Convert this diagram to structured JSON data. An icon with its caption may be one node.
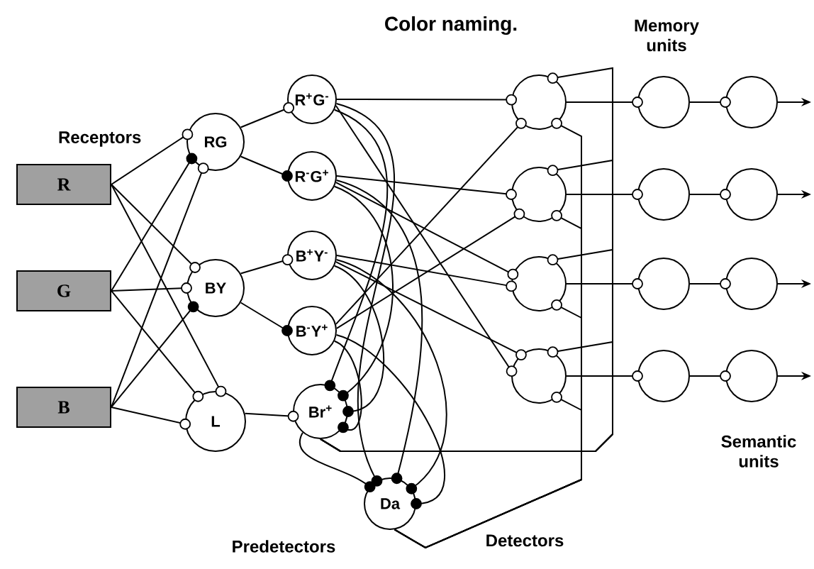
{
  "diagram": {
    "title": "Color naming.",
    "nodes": [
      {
        "text": [
          "R"
        ]
      },
      {
        "text": [
          "G"
        ]
      },
      {
        "text": [
          "B"
        ]
      },
      {
        "text": [
          "RG"
        ]
      },
      {
        "text": [
          "BY"
        ]
      },
      {
        "text": [
          "L"
        ]
      },
      {
        "text": [
          "R$^{+}$G$^{-}$"
        ]
      },
      {
        "text": [
          "R$^{-}$G$^{+}$"
        ]
      },
      {
        "text": [
          "B$^{+}$Y$^{-}$"
        ]
      },
      {
        "text": [
          "B$^{-}$Y$^{+}$"
        ]
      },
      {
        "text": [
          "Br$^{+}$"
        ]
      },
      {
        "text": [
          "Da"
        ]
      },
      {
        "text": [],
        "shape": "circle"
      },
      {
        "text": [],
        "shape": "circle"
      },
      {
        "text": [],
        "shape": "circle"
      },
      {
        "text": [],
        "shape": "circle"
      },
      {
        "text": [],
        "shape": "circle"
      },
      {
        "text": [],
        "shape": "circle"
      },
      {
        "text": [],
        "shape": "circle"
      },
      {
        "text": [],
        "shape": "circle"
      },
      {
        "text": [],
        "shape": "circle"
      },
      {
        "text": [],
        "shape": "circle"
      },
      {
        "text": [],
        "shape": "circle"
      },
      {
        "text": [],
        "shape": "circle"
      }
    ],
    "edges": [
      {
        "from": 0,
        "to": 3,
        "arrow": "other"
      },
      {
        "from": 1,
        "to": 3,
        "arrow": "other"
      },
      {
        "from": 2,
        "to": 3,
        "arrow": "other"
      },
      {
        "from": 0,
        "to": 4,
        "arrow": "other"
      },
      {
        "from": 1,
        "to": 4,
        "arrow": "other"
      },
      {
        "from": 2,
        "to": 4,
        "arrow": "other"
      },
      {
        "from": 0,
        "to": 5,
        "arrow": "other"
      },
      {
        "from": 1,
        "to": 5,
        "arrow": "other"
      },
      {
        "from": 2,
        "to": 5,
        "arrow": "other"
      },
      {
        "from": 3,
        "to": 6,
        "arrow": "other"
      },
      {
        "from": 3,
        "to": 7,
        "arrow": "other"
      },
      {
        "from": 4,
        "to": 8,
        "arrow": "other"
      },
      {
        "from": 4,
        "to": 9,
        "arrow": "other"
      },
      {
        "from": 5,
        "to": 10,
        "arrow": "other"
      },
      {
        "from": 6,
        "to": 12,
        "arrow": "other"
      },
      {
        "from": 6,
        "to": 15,
        "arrow": "other"
      },
      {
        "from": 7,
        "to": 13,
        "arrow": "other"
      },
      {
        "from": 7,
        "to": 14,
        "arrow": "other"
      },
      {
        "from": 8,
        "to": 14,
        "arrow": "other"
      },
      {
        "from": 8,
        "to": 15,
        "arrow": "other"
      },
      {
        "from": 9,
        "to": 12,
        "arrow": "other"
      },
      {
        "from": 9,
        "to": 13,
        "arrow": "other"
      },
      {
        "from": 6,
        "to": 10,
        "arrow": "other"
      },
      {
        "from": 7,
        "to": 10,
        "arrow": "other"
      },
      {
        "from": 8,
        "to": 10,
        "arrow": "other"
      },
      {
        "from": 9,
        "to": 10,
        "arrow": "other"
      },
      {
        "from": 6,
        "to": 11,
        "arrow": "other"
      },
      {
        "from": 7,
        "to": 11,
        "arrow": "other"
      },
      {
        "from": 8,
        "to": 11,
        "arrow": "other"
      },
      {
        "from": 9,
        "to": 11,
        "arrow": "other"
      },
      {
        "from": 10,
        "to": 11,
        "arrow": "other"
      },
      {
        "from": 10,
        "to": 12,
        "arrow": "other"
      },
      {
        "from": 10,
        "to": 13,
        "arrow": "other"
      },
      {
        "from": 10,
        "to": 14,
        "arrow": "other"
      },
      {
        "from": 10,
        "to": 15,
        "arrow": "other"
      },
      {
        "from": 11,
        "to": 12,
        "arrow": "other"
      },
      {
        "from": 11,
        "to": 13,
        "arrow": "other"
      },
      {
        "from": 11,
        "to": 14,
        "arrow": "other"
      },
      {
        "from": 11,
        "to": 15,
        "arrow": "other"
      },
      {
        "from": 12,
        "to": 16,
        "arrow": "other"
      },
      {
        "from": 13,
        "to": 17,
        "arrow": "other"
      },
      {
        "from": 14,
        "to": 18,
        "arrow": "other"
      },
      {
        "from": 15,
        "to": 19,
        "arrow": "other"
      },
      {
        "from": 16,
        "to": 20,
        "arrow": "other"
      },
      {
        "from": 17,
        "to": 21,
        "arrow": "other"
      },
      {
        "from": 18,
        "to": 22,
        "arrow": "other"
      },
      {
        "from": 19,
        "to": 23,
        "arrow": "other"
      },
      {
        "from": 20,
        "to": null,
        "arrow": "to"
      },
      {
        "from": 21,
        "to": null,
        "arrow": "to"
      },
      {
        "from": 22,
        "to": null,
        "arrow": "to"
      },
      {
        "from": 23,
        "to": null,
        "arrow": "to"
      }
    ],
    "labels": [
      "Receptors",
      "Memory units",
      "Semantic units",
      "Predetectors",
      "Detectors"
    ]
  }
}
